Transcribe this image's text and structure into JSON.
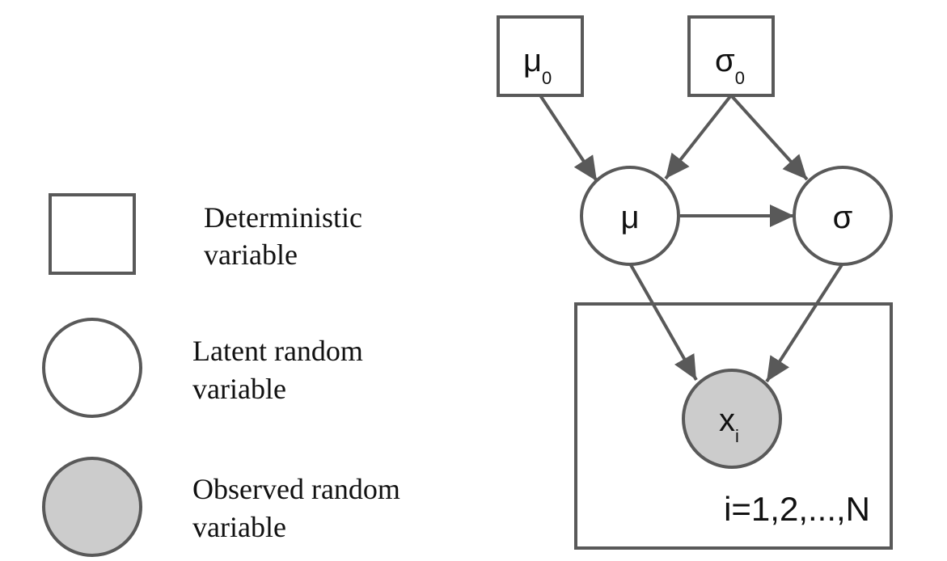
{
  "legend": {
    "deterministic": {
      "line1": "Deterministic",
      "line2": "variable"
    },
    "latent": {
      "line1": "Latent random",
      "line2": "variable"
    },
    "observed": {
      "line1": "Observed random",
      "line2": "variable"
    }
  },
  "nodes": {
    "mu0": {
      "symbol": "μ",
      "subscript": "0"
    },
    "sigma0": {
      "symbol": "σ",
      "subscript": "0"
    },
    "mu": {
      "symbol": "μ"
    },
    "sigma": {
      "symbol": "σ"
    },
    "x": {
      "symbol": "x",
      "subscript": "i"
    }
  },
  "plate": {
    "label": "i=1,2,...,N"
  },
  "colors": {
    "stroke": "#595959",
    "observed_fill": "#cccccc",
    "latent_fill": "#ffffff"
  }
}
